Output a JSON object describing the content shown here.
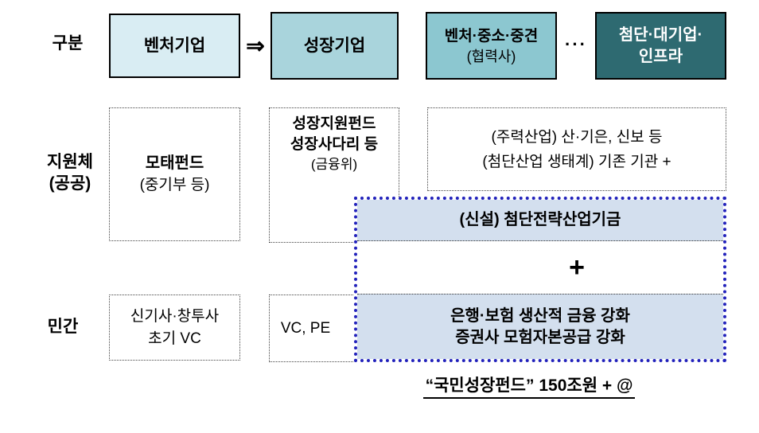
{
  "colors": {
    "venture_box_bg": "#d9edf3",
    "growth_box_bg": "#a9d4dc",
    "midsize_box_bg": "#8cc7d0",
    "hightech_box_bg": "#2e6a71",
    "hightech_box_text": "#ffffff",
    "highlight_band_bg": "#d3dfee",
    "highlight_border": "#2222bb"
  },
  "row_labels": {
    "category": "구분",
    "public_line1": "지원체",
    "public_line2": "(공공)",
    "private": "민간"
  },
  "category_row": {
    "venture": "벤처기업",
    "arrow": "⇒",
    "growth": "성장기업",
    "midsize_line1": "벤처·중소·중견",
    "midsize_line2": "(협력사)",
    "ellipsis": "···",
    "hightech_line1": "첨단·대기업·",
    "hightech_line2": "인프라"
  },
  "public_row": {
    "motae_line1": "모태펀드",
    "motae_line2": "(중기부 등)",
    "growth_fund_line1": "성장지원펀드",
    "growth_fund_line2": "성장사다리 등",
    "growth_fund_line3": "(금융위)",
    "existing_line1": "(주력산업) 산·기은, 신보 등",
    "existing_line2": "(첨단산업 생태계) 기존 기관 +"
  },
  "highlight": {
    "new_fund": "(신설) 첨단전략산업기금",
    "plus": "+",
    "private_finance_line1": "은행·보험 생산적 금융 강화",
    "private_finance_line2": "증권사 모험자본공급 강화"
  },
  "private_row": {
    "early_line1": "신기사·창투사",
    "early_line2": "초기 VC",
    "vc_pe": "VC, PE"
  },
  "footer": {
    "summary": "“국민성장펀드” 150조원 + @"
  }
}
